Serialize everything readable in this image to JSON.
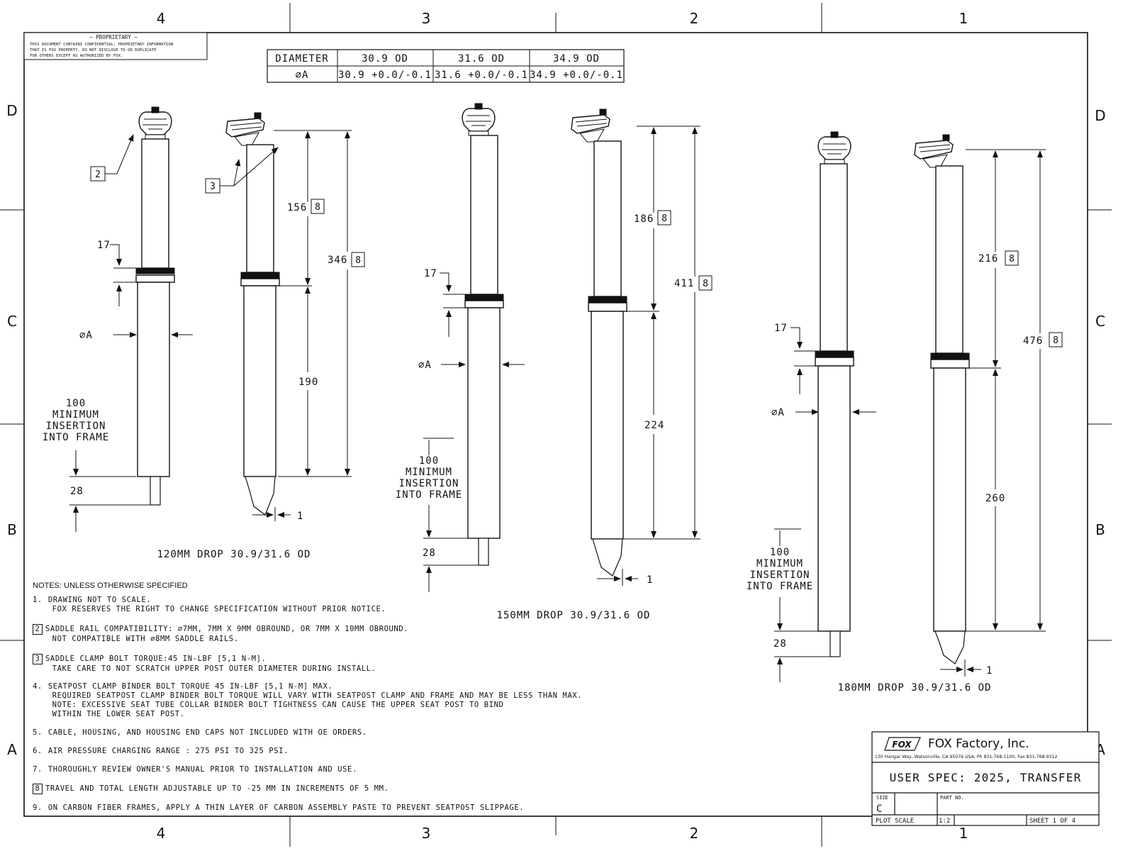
{
  "border": {
    "columns_top": [
      "4",
      "3",
      "2",
      "1"
    ],
    "rows_side": [
      "D",
      "C",
      "B",
      "A"
    ]
  },
  "proprietary": {
    "title": "— PROPRIETARY —",
    "lines": [
      "THIS DOCUMENT CONTAINS CONFIDENTIAL, PROPRIETARY INFORMATION",
      "THAT IS FOX PROPERTY.  DO NOT DISCLOSE TO OR DUPLICATE",
      "FOR OTHERS EXCEPT AS AUTHORIZED BY FOX."
    ]
  },
  "diameter_table": {
    "header": [
      "DIAMETER",
      "30.9 OD",
      "31.6 OD",
      "34.9 OD"
    ],
    "row": [
      "⌀A",
      "30.9 +0.0/-0.1",
      "31.6 +0.0/-0.1",
      "34.9 +0.0/-0.1"
    ]
  },
  "posts": [
    {
      "caption": "120MM DROP  30.9/31.6 OD",
      "collar": "17",
      "dia_label": "⌀A",
      "insertion": [
        "100",
        "MINIMUM",
        "INSERTION",
        "INTO FRAME"
      ],
      "bottom": "28",
      "upper": "156",
      "total": "346",
      "lower": "190",
      "offset": "1",
      "callouts": [
        "2",
        "3"
      ],
      "note_ref": "8"
    },
    {
      "caption": "150MM DROP  30.9/31.6 OD",
      "collar": "17",
      "dia_label": "⌀A",
      "insertion": [
        "100",
        "MINIMUM",
        "INSERTION",
        "INTO FRAME"
      ],
      "bottom": "28",
      "upper": "186",
      "total": "411",
      "lower": "224",
      "offset": "1",
      "note_ref": "8"
    },
    {
      "caption": "180MM DROP  30.9/31.6 OD",
      "collar": "17",
      "dia_label": "⌀A",
      "insertion": [
        "100",
        "MINIMUM",
        "INSERTION",
        "INTO FRAME"
      ],
      "bottom": "28",
      "upper": "216",
      "total": "476",
      "lower": "260",
      "offset": "1",
      "note_ref": "8"
    }
  ],
  "notes": {
    "heading": "NOTES: UNLESS OTHERWISE SPECIFIED",
    "items": [
      {
        "num": "1.",
        "box": false,
        "text": "DRAWING NOT TO SCALE.\nFOX RESERVES THE RIGHT TO CHANGE SPECIFICATION WITHOUT PRIOR NOTICE."
      },
      {
        "num": "2",
        "box": true,
        "text": "SADDLE RAIL COMPATIBILITY: ⌀7MM, 7MM X 9MM OBROUND, OR 7MM X 10MM OBROUND.\nNOT COMPATIBLE WITH ⌀8MM SADDLE RAILS."
      },
      {
        "num": "3",
        "box": true,
        "text": "SADDLE CLAMP BOLT TORQUE:45 IN-LBF [5,1 N-M].\nTAKE CARE TO NOT SCRATCH UPPER POST OUTER DIAMETER DURING INSTALL."
      },
      {
        "num": "4.",
        "box": false,
        "text": "SEATPOST CLAMP BINDER BOLT TORQUE 45 IN-LBF [5,1 N-M] MAX.\nREQUIRED SEATPOST CLAMP BINDER BOLT TORQUE WILL VARY WITH SEATPOST CLAMP AND FRAME AND MAY BE LESS THAN MAX.\nNOTE: EXCESSIVE SEAT TUBE COLLAR BINDER BOLT TIGHTNESS CAN CAUSE THE UPPER SEAT POST TO BIND\nWITHIN THE LOWER SEAT POST."
      },
      {
        "num": "5.",
        "box": false,
        "text": "CABLE, HOUSING, AND HOUSING END CAPS NOT INCLUDED WITH OE ORDERS."
      },
      {
        "num": "6.",
        "box": false,
        "text": "AIR PRESSURE CHARGING RANGE : 275 PSI TO 325 PSI."
      },
      {
        "num": "7.",
        "box": false,
        "text": "THOROUGHLY REVIEW OWNER'S MANUAL PRIOR TO INSTALLATION AND USE."
      },
      {
        "num": "8",
        "box": true,
        "text": "TRAVEL AND TOTAL LENGTH ADJUSTABLE UP TO -25 MM IN INCREMENTS OF 5 MM."
      },
      {
        "num": "9.",
        "box": false,
        "text": "ON CARBON FIBER FRAMES, APPLY A THIN LAYER OF CARBON ASSEMBLY PASTE TO PREVENT SEATPOST SLIPPAGE."
      }
    ]
  },
  "title_block": {
    "logo": "FOX",
    "company": "FOX  Factory,  Inc.",
    "address": "130 Hangar Way, Watsonville, CA 95076 USA, Ph 831-768-1100, Fax 831-768-9312",
    "title": "USER SPEC: 2025, TRANSFER",
    "size_label": "SIZE",
    "size": "C",
    "part_label": "PART NO.",
    "part_no": "",
    "scale_label": "PLOT SCALE",
    "scale": "1:2",
    "sheet": "SHEET 1 OF 4"
  }
}
